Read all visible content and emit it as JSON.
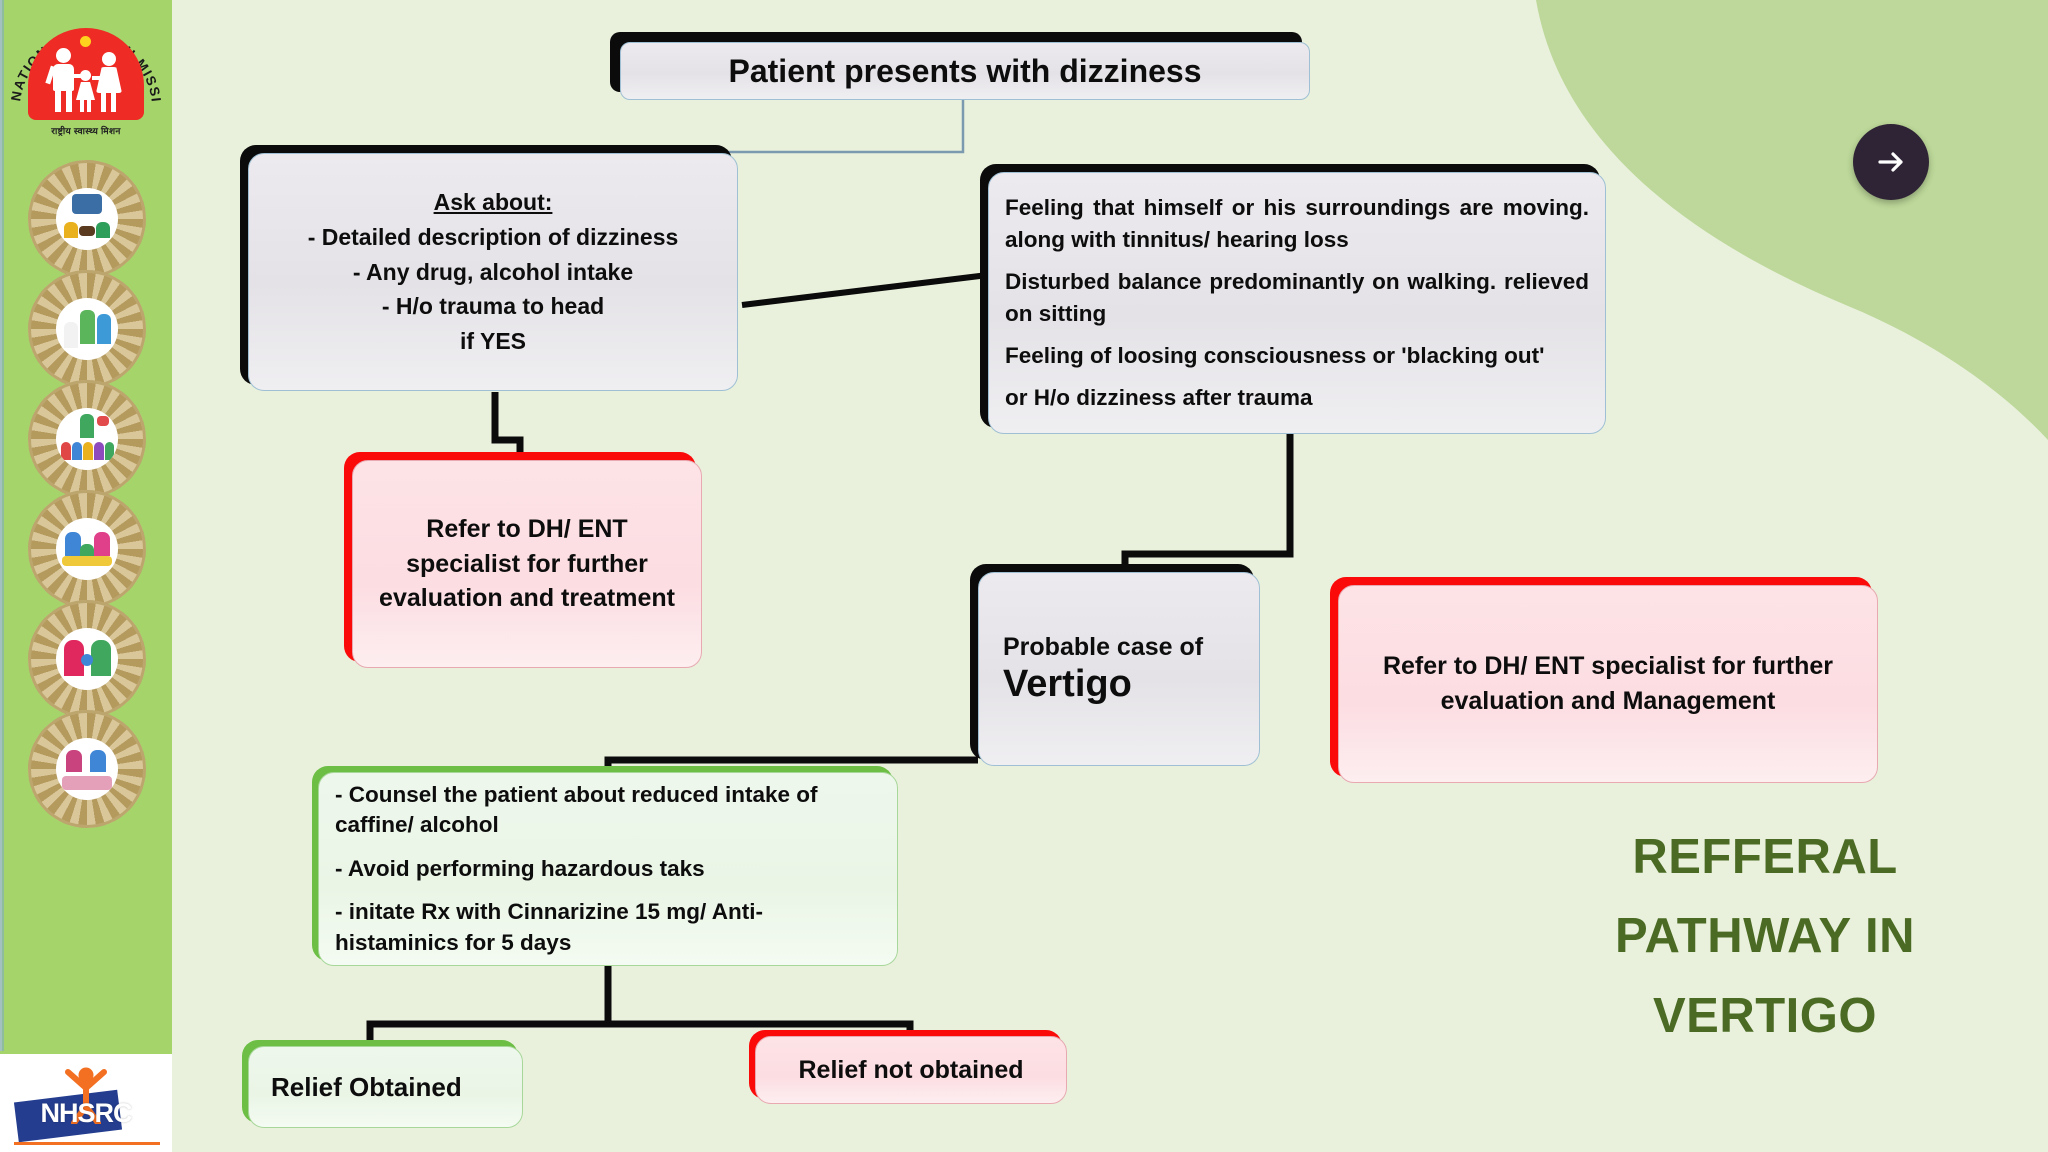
{
  "theme": {
    "page_bg": "#e9f1dc",
    "blob_green": "#bdd89a",
    "sidebar_green": "#a4d46a",
    "heading_green": "#4b6b24",
    "red_accent": "#fb0a0a",
    "green_accent": "#6cbe45",
    "dark_button": "#2f2436"
  },
  "sidebar": {
    "logo": {
      "name": "national-health-mission-logo",
      "title": "NATIONAL HEALTH MISSION",
      "script_caption": "राष्ट्रीय स्वास्थ्य मिशन"
    },
    "medallions": [
      {
        "name": "medallion-telemedicine",
        "label": "Telemedicine consultation"
      },
      {
        "name": "medallion-health-worker-visit",
        "label": "Health worker visit"
      },
      {
        "name": "medallion-community-meeting",
        "label": "Community health meeting"
      },
      {
        "name": "medallion-family-nutrition",
        "label": "Family nutrition"
      },
      {
        "name": "medallion-mother-child",
        "label": "Mother and child care"
      },
      {
        "name": "medallion-maternity-care",
        "label": "Maternity care"
      }
    ],
    "footer_logo": {
      "name": "nhsrc-logo",
      "text": "NHSRC"
    }
  },
  "header": {
    "next_button": {
      "label": "Next",
      "icon": "arrow-right-icon"
    }
  },
  "heading": {
    "lines": [
      "REFFERAL",
      "PATHWAY IN",
      "VERTIGO"
    ]
  },
  "flowchart": {
    "title_box": {
      "text": "Patient presents with dizziness"
    },
    "ask_box": {
      "header": "Ask about:",
      "items": [
        "- Detailed description of dizziness",
        "- Any drug, alcohol intake",
        "- H/o trauma to head"
      ],
      "footer": "if YES"
    },
    "symptoms_box": {
      "paragraphs": [
        "Feeling that himself or his surroundings are moving. along with tinnitus/ hearing loss",
        "Disturbed balance predominantly on walking. relieved on sitting",
        "Feeling of loosing consciousness or 'blacking out'",
        "or H/o dizziness after trauma"
      ]
    },
    "refer_left_box": {
      "text": "Refer to DH/ ENT specialist for further evaluation and treatment"
    },
    "vertigo_box": {
      "line1": "Probable case of",
      "line2": "Vertigo"
    },
    "refer_right_box": {
      "text": "Refer to DH/ ENT specialist for further evaluation and Management"
    },
    "counsel_box": {
      "items": [
        "- Counsel the patient about reduced intake of caffine/ alcohol",
        "- Avoid performing hazardous taks",
        "- initate Rx with  Cinnarizine  15 mg/ Anti-histaminics for 5 days"
      ]
    },
    "relief_yes_box": {
      "text": "Relief Obtained"
    },
    "relief_no_box": {
      "text": "Relief not obtained"
    }
  }
}
